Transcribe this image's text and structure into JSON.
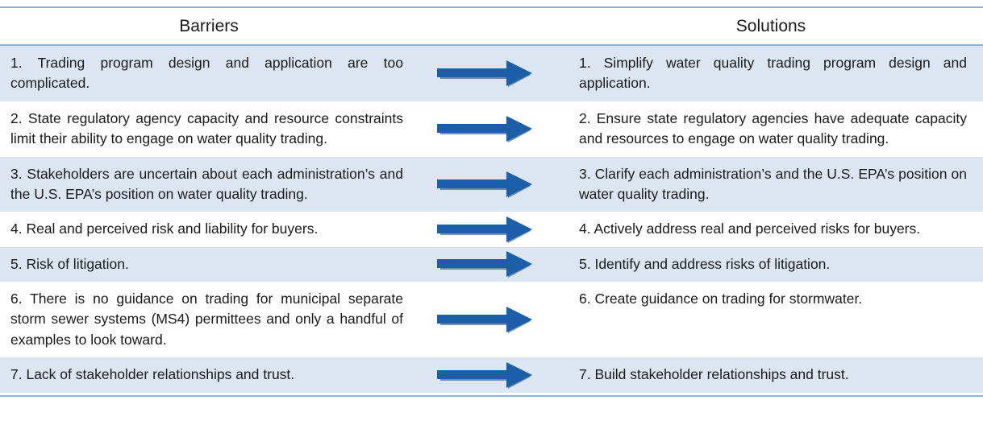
{
  "table": {
    "columns": {
      "barriers_header": "Barriers",
      "solutions_header": "Solutions"
    },
    "colors": {
      "row_shade": "#DCE6F2",
      "row_plain": "#FFFFFF",
      "border": "#8DB3D6",
      "arrow": "#1C5FA8",
      "arrow_shadow": "#14406F",
      "text": "#1A1A1A"
    },
    "arrow_icon": "right-arrow-icon",
    "rows": [
      {
        "shaded": true,
        "barrier": "1. Trading program design and application are too complicated.",
        "solution": "1. Simplify water quality trading program design and application."
      },
      {
        "shaded": false,
        "barrier": "2. State regulatory agency capacity and resource constraints limit their ability to engage on water quality trading.",
        "solution": "2. Ensure state regulatory agencies have adequate capacity and resources to engage on water quality trading."
      },
      {
        "shaded": true,
        "barrier": "3. Stakeholders are uncertain about each administration’s and the U.S. EPA’s position on water quality trading.",
        "solution": " 3. Clarify each administration’s and the U.S. EPA’s position on water quality trading."
      },
      {
        "shaded": false,
        "barrier": "4. Real and perceived risk and liability for buyers.",
        "solution": "4. Actively address real and perceived risks for buyers."
      },
      {
        "shaded": true,
        "barrier": "5. Risk of litigation.",
        "solution": "5. Identify and address risks of litigation."
      },
      {
        "shaded": false,
        "barrier": "6. There is no guidance on trading for municipal separate storm sewer systems (MS4) permittees and only a handful of examples to look toward.",
        "solution": "6. Create guidance on trading for stormwater."
      },
      {
        "shaded": true,
        "barrier": "7. Lack of stakeholder relationships and trust.",
        "solution": "7. Build stakeholder relationships and trust."
      }
    ]
  }
}
